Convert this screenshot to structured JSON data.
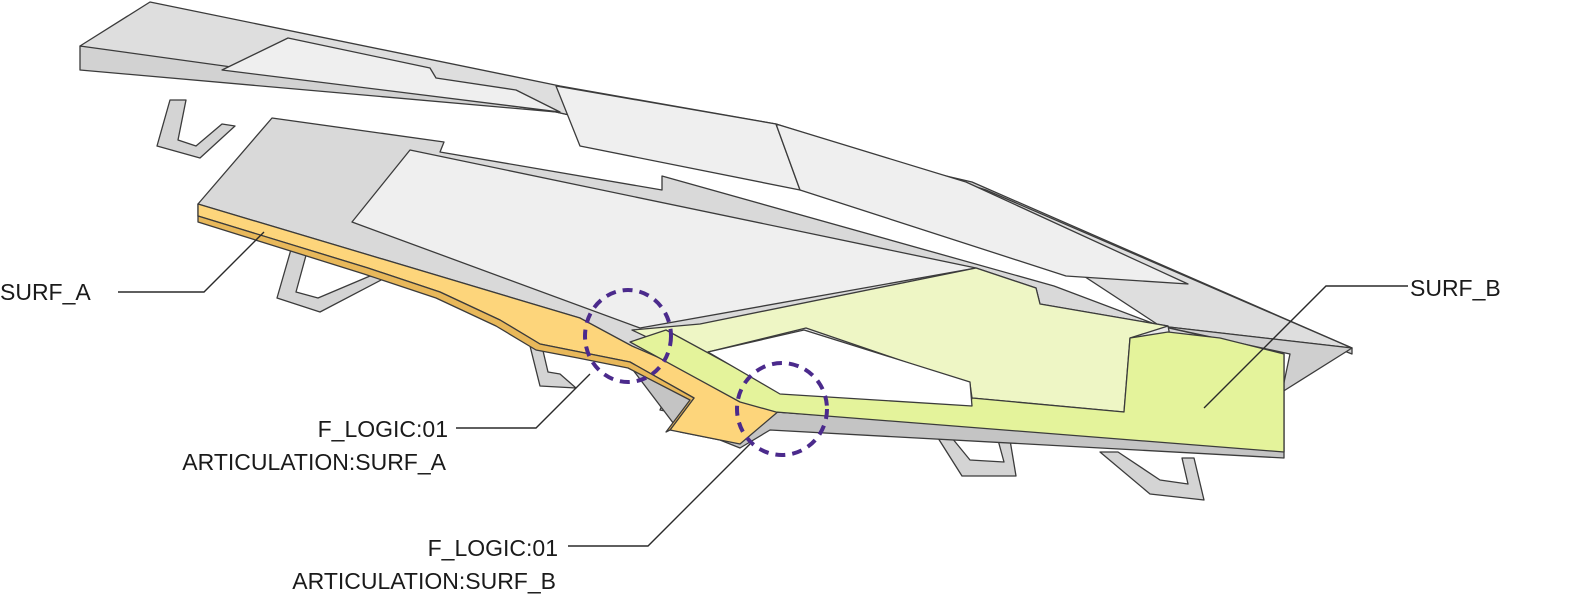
{
  "labels": {
    "surf_a": "SURF_A",
    "surf_b": "SURF_B",
    "callout_a_line1": "F_LOGIC:01",
    "callout_a_line2": "ARTICULATION:SURF_A",
    "callout_b_line1": "F_LOGIC:01",
    "callout_b_line2": "ARTICULATION:SURF_B"
  },
  "colors": {
    "roof_top": "#dedede",
    "roof_face": "#d2d2d2",
    "roof_underside": "#c4c4c4",
    "panel_light": "#efefef",
    "surf_a_fill": "#fdd57b",
    "surf_b_fill": "#e4f39b",
    "surf_b_light": "#eef6c5",
    "edge": "#3b3b3b",
    "highlight_circle": "#4b2a8c",
    "leader_line": "#2a2a2a"
  }
}
